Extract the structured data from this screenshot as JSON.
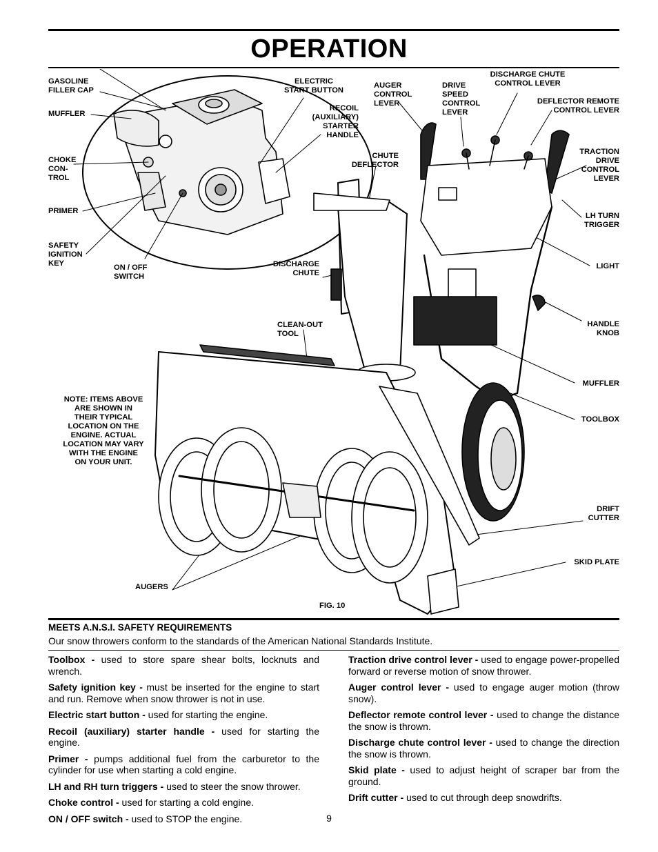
{
  "page": {
    "title": "OPERATION",
    "page_number": "9"
  },
  "figure": {
    "caption": "FIG. 10",
    "labels": {
      "gasoline_filler_cap": "GASOLINE\nFILLER CAP",
      "muffler_engine": "MUFFLER",
      "choke_control": "CHOKE\nCON-\nTROL",
      "primer": "PRIMER",
      "safety_ignition_key": "SAFETY\nIGNITION\nKEY",
      "on_off_switch": "ON / OFF\nSWITCH",
      "electric_start_button": "ELECTRIC\nSTART BUTTON",
      "recoil_starter_handle": "RECOIL\n(AUXILIARY)\nSTARTER\nHANDLE",
      "auger_control_lever": "AUGER\nCONTROL\nLEVER",
      "drive_speed_control_lever": "DRIVE\nSPEED\nCONTROL\nLEVER",
      "discharge_chute_control_lever": "DISCHARGE CHUTE\nCONTROL LEVER",
      "deflector_remote_control_lever": "DEFLECTOR REMOTE\nCONTROL LEVER",
      "chute_deflector": "CHUTE\nDEFLECTOR",
      "traction_drive_control_lever": "TRACTION\nDRIVE\nCONTROL\nLEVER",
      "lh_turn_trigger": "LH TURN\nTRIGGER",
      "light": "LIGHT",
      "discharge_chute": "DISCHARGE\nCHUTE",
      "handle_knob": "HANDLE\nKNOB",
      "clean_out_tool": "CLEAN-OUT\nTOOL",
      "muffler": "MUFFLER",
      "toolbox": "TOOLBOX",
      "note": "NOTE: ITEMS ABOVE\nARE SHOWN IN\nTHEIR TYPICAL\nLOCATION ON THE\nENGINE.  ACTUAL\nLOCATION MAY VARY\nWITH THE ENGINE\nON YOUR UNIT.",
      "drift_cutter": "DRIFT\nCUTTER",
      "skid_plate": "SKID PLATE",
      "augers": "AUGERS"
    }
  },
  "meets": {
    "heading": "MEETS A.N.S.I. SAFETY REQUIREMENTS",
    "text": "Our snow throwers conform to the standards of the American National Standards Institute."
  },
  "left_items": [
    {
      "term": "Toolbox -",
      "desc": " used to store spare shear bolts, locknuts and wrench."
    },
    {
      "term": "Safety ignition key -",
      "desc": " must be inserted for the engine to start and run.  Remove when snow thrower is not in use."
    },
    {
      "term": "Electric start button -",
      "desc": " used for starting the engine."
    },
    {
      "term": "Recoil (auxiliary) starter handle -",
      "desc": " used for starting the engine."
    },
    {
      "term": "Primer -",
      "desc": " pumps additional fuel from the carburetor to the cylinder for use when starting a cold engine."
    },
    {
      "term": "LH and RH turn triggers -",
      "desc": " used to steer the snow thrower."
    },
    {
      "term": "Choke control -",
      "desc": " used for starting a cold engine."
    },
    {
      "term": "ON / OFF switch -",
      "desc": " used to STOP the engine."
    }
  ],
  "right_items": [
    {
      "term": "Traction drive control lever -",
      "desc": " used to engage power-propelled forward or reverse motion of snow thrower."
    },
    {
      "term": "Auger control lever -",
      "desc": " used to engage auger motion (throw snow)."
    },
    {
      "term": "Deflector remote control lever -",
      "desc": " used to change the distance the snow is thrown."
    },
    {
      "term": "Discharge chute control lever -",
      "desc": " used to change the direction the snow is thrown."
    },
    {
      "term": "Skid plate -",
      "desc": " used to adjust height of scraper bar from the ground."
    },
    {
      "term": "Drift cutter -",
      "desc": " used to cut through deep snowdrifts."
    }
  ]
}
